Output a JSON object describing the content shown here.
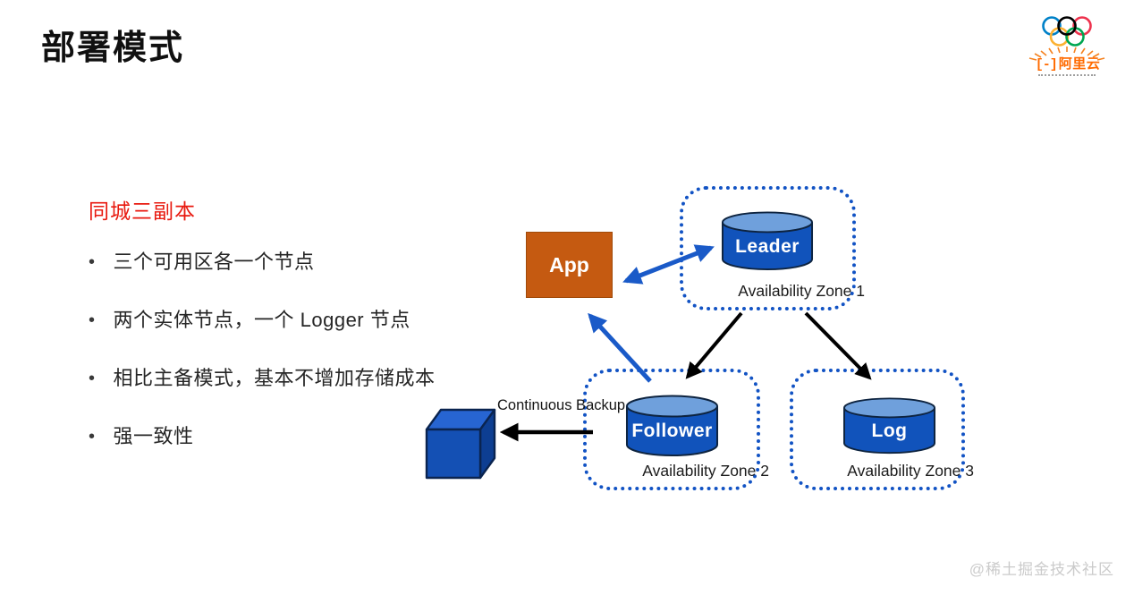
{
  "slide": {
    "title": "部署模式",
    "watermark": "@稀土掘金技术社区"
  },
  "logo": {
    "bracket": "[-]",
    "brand": "阿里云"
  },
  "content": {
    "heading": "同城三副本",
    "bullets": [
      "三个可用区各一个节点",
      "两个实体节点，一个 Logger 节点",
      "相比主备模式，基本不增加存储成本",
      "强一致性"
    ]
  },
  "diagram": {
    "app_label": "App",
    "backup_label": "Continuous Backup",
    "zones": [
      {
        "label": "Availability Zone 1",
        "node": "Leader"
      },
      {
        "label": "Availability Zone 2",
        "node": "Follower"
      },
      {
        "label": "Availability Zone 3",
        "node": "Log"
      }
    ]
  },
  "colors": {
    "app_fill": "#C55A11",
    "heading_red": "#E8190F",
    "brand_orange": "#FF6A00",
    "zone_border": "#1253C4",
    "arrow_blue": "#1A5AC8",
    "arrow_black": "#000000",
    "cylinder_body": "#1153BB",
    "cylinder_top": "#6FA0DC",
    "cylinder_outline": "#0E2440",
    "cube_front": "#1450B4",
    "cube_top": "#2765D2",
    "cube_right": "#0D3E92",
    "cube_outline": "#0A2450",
    "ring_blue": "#0081C8",
    "ring_black": "#000000",
    "ring_red": "#EE334E",
    "ring_yellow": "#FCB131",
    "ring_green": "#00A651",
    "ray_orange": "#F58220"
  }
}
